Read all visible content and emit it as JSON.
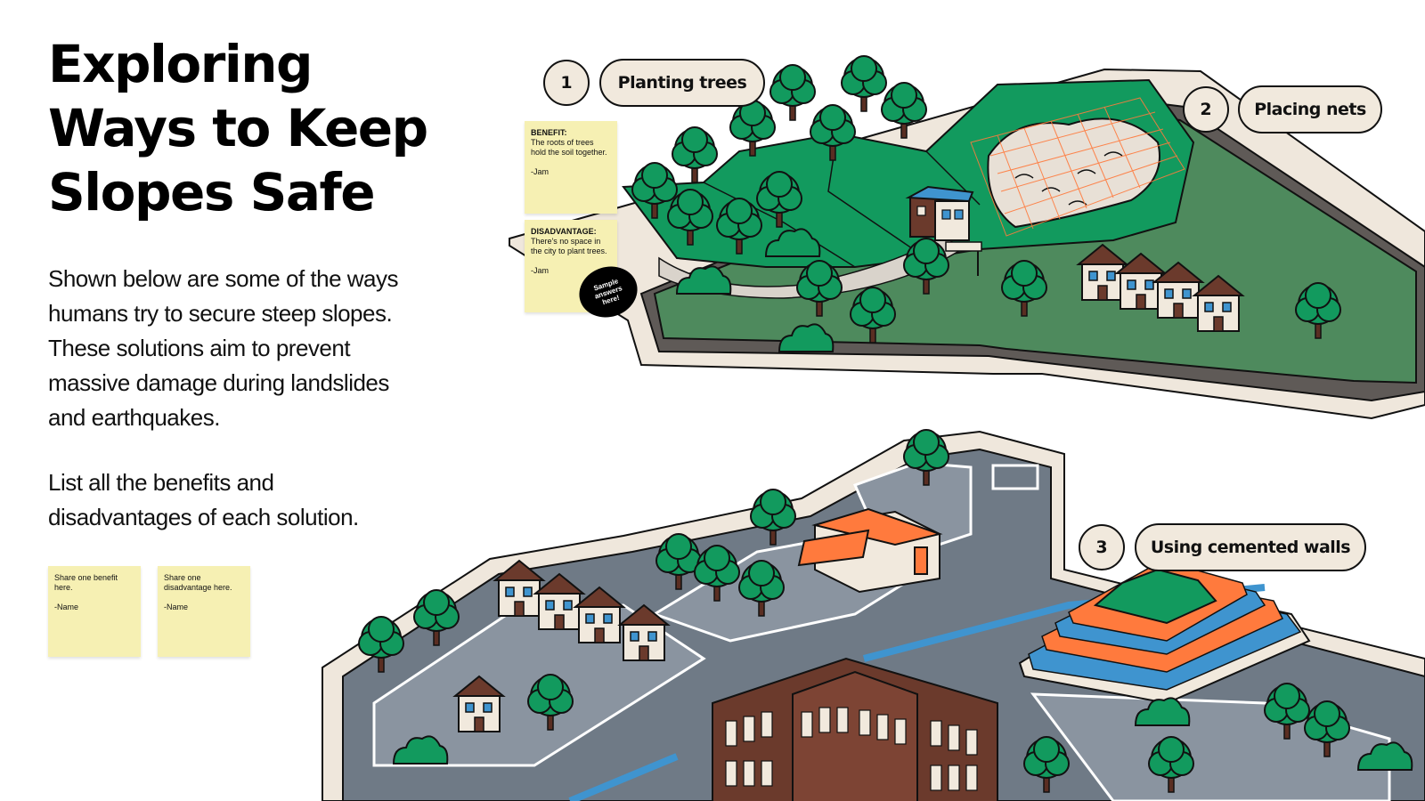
{
  "title": "Exploring\nWays to Keep\nSlopes Safe",
  "intro": "Shown below are some of the ways humans try to secure steep slopes. These solutions aim to prevent massive damage during landslides and earthquakes.",
  "instruction": "List all the benefits and disadvantages of each solution.",
  "solutions": [
    {
      "number": "1",
      "label": "Planting trees"
    },
    {
      "number": "2",
      "label": "Placing nets"
    },
    {
      "number": "3",
      "label": "Using cemented walls"
    }
  ],
  "notes": {
    "benefit": {
      "heading": "BENEFIT:",
      "text": "The roots of trees hold the soil together.",
      "author": "-Jam"
    },
    "disadvantage": {
      "heading": "DISADVANTAGE:",
      "text": "There's no space in the city to plant trees.",
      "author": "-Jam"
    }
  },
  "sample_badge": "Sample answers here!",
  "share_notes": {
    "benefit": {
      "text": "Share one benefit here.",
      "author": "-Name"
    },
    "disadvantage": {
      "text": "Share one disadvantage here.",
      "author": "-Name"
    }
  },
  "colors": {
    "tree_green": "#129a5e",
    "grass_green": "#4e8a5d",
    "road_gray": "#6f7a86",
    "sidewalk_cream": "#efe7dc",
    "building_brown": "#6b3a2c",
    "sticky_yellow": "#f6f0b3",
    "water_blue": "#3f94cf"
  }
}
